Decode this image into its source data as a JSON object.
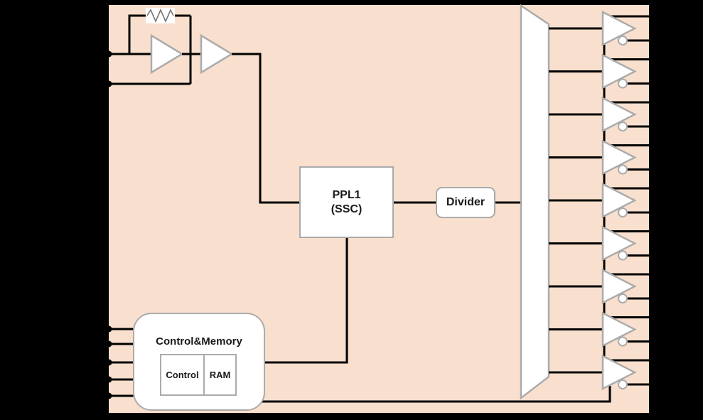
{
  "colors": {
    "background": "#000000",
    "chip_fill": "#F9DFCD",
    "wire": "#000000",
    "shape_border": "#ABABAB",
    "shape_fill": "#FFFFFF",
    "text": "#1A1A1A"
  },
  "blocks": {
    "pll": {
      "line1": "PPL1",
      "line2": "(SSC)"
    },
    "divider": {
      "label": "Divider"
    },
    "control_memory": {
      "title": "Control&Memory",
      "control": "Control",
      "ram": "RAM"
    }
  },
  "structure": {
    "crystal_input_pins": 2,
    "control_input_pins": 5,
    "output_buffers": 9,
    "output_pins": 18
  }
}
